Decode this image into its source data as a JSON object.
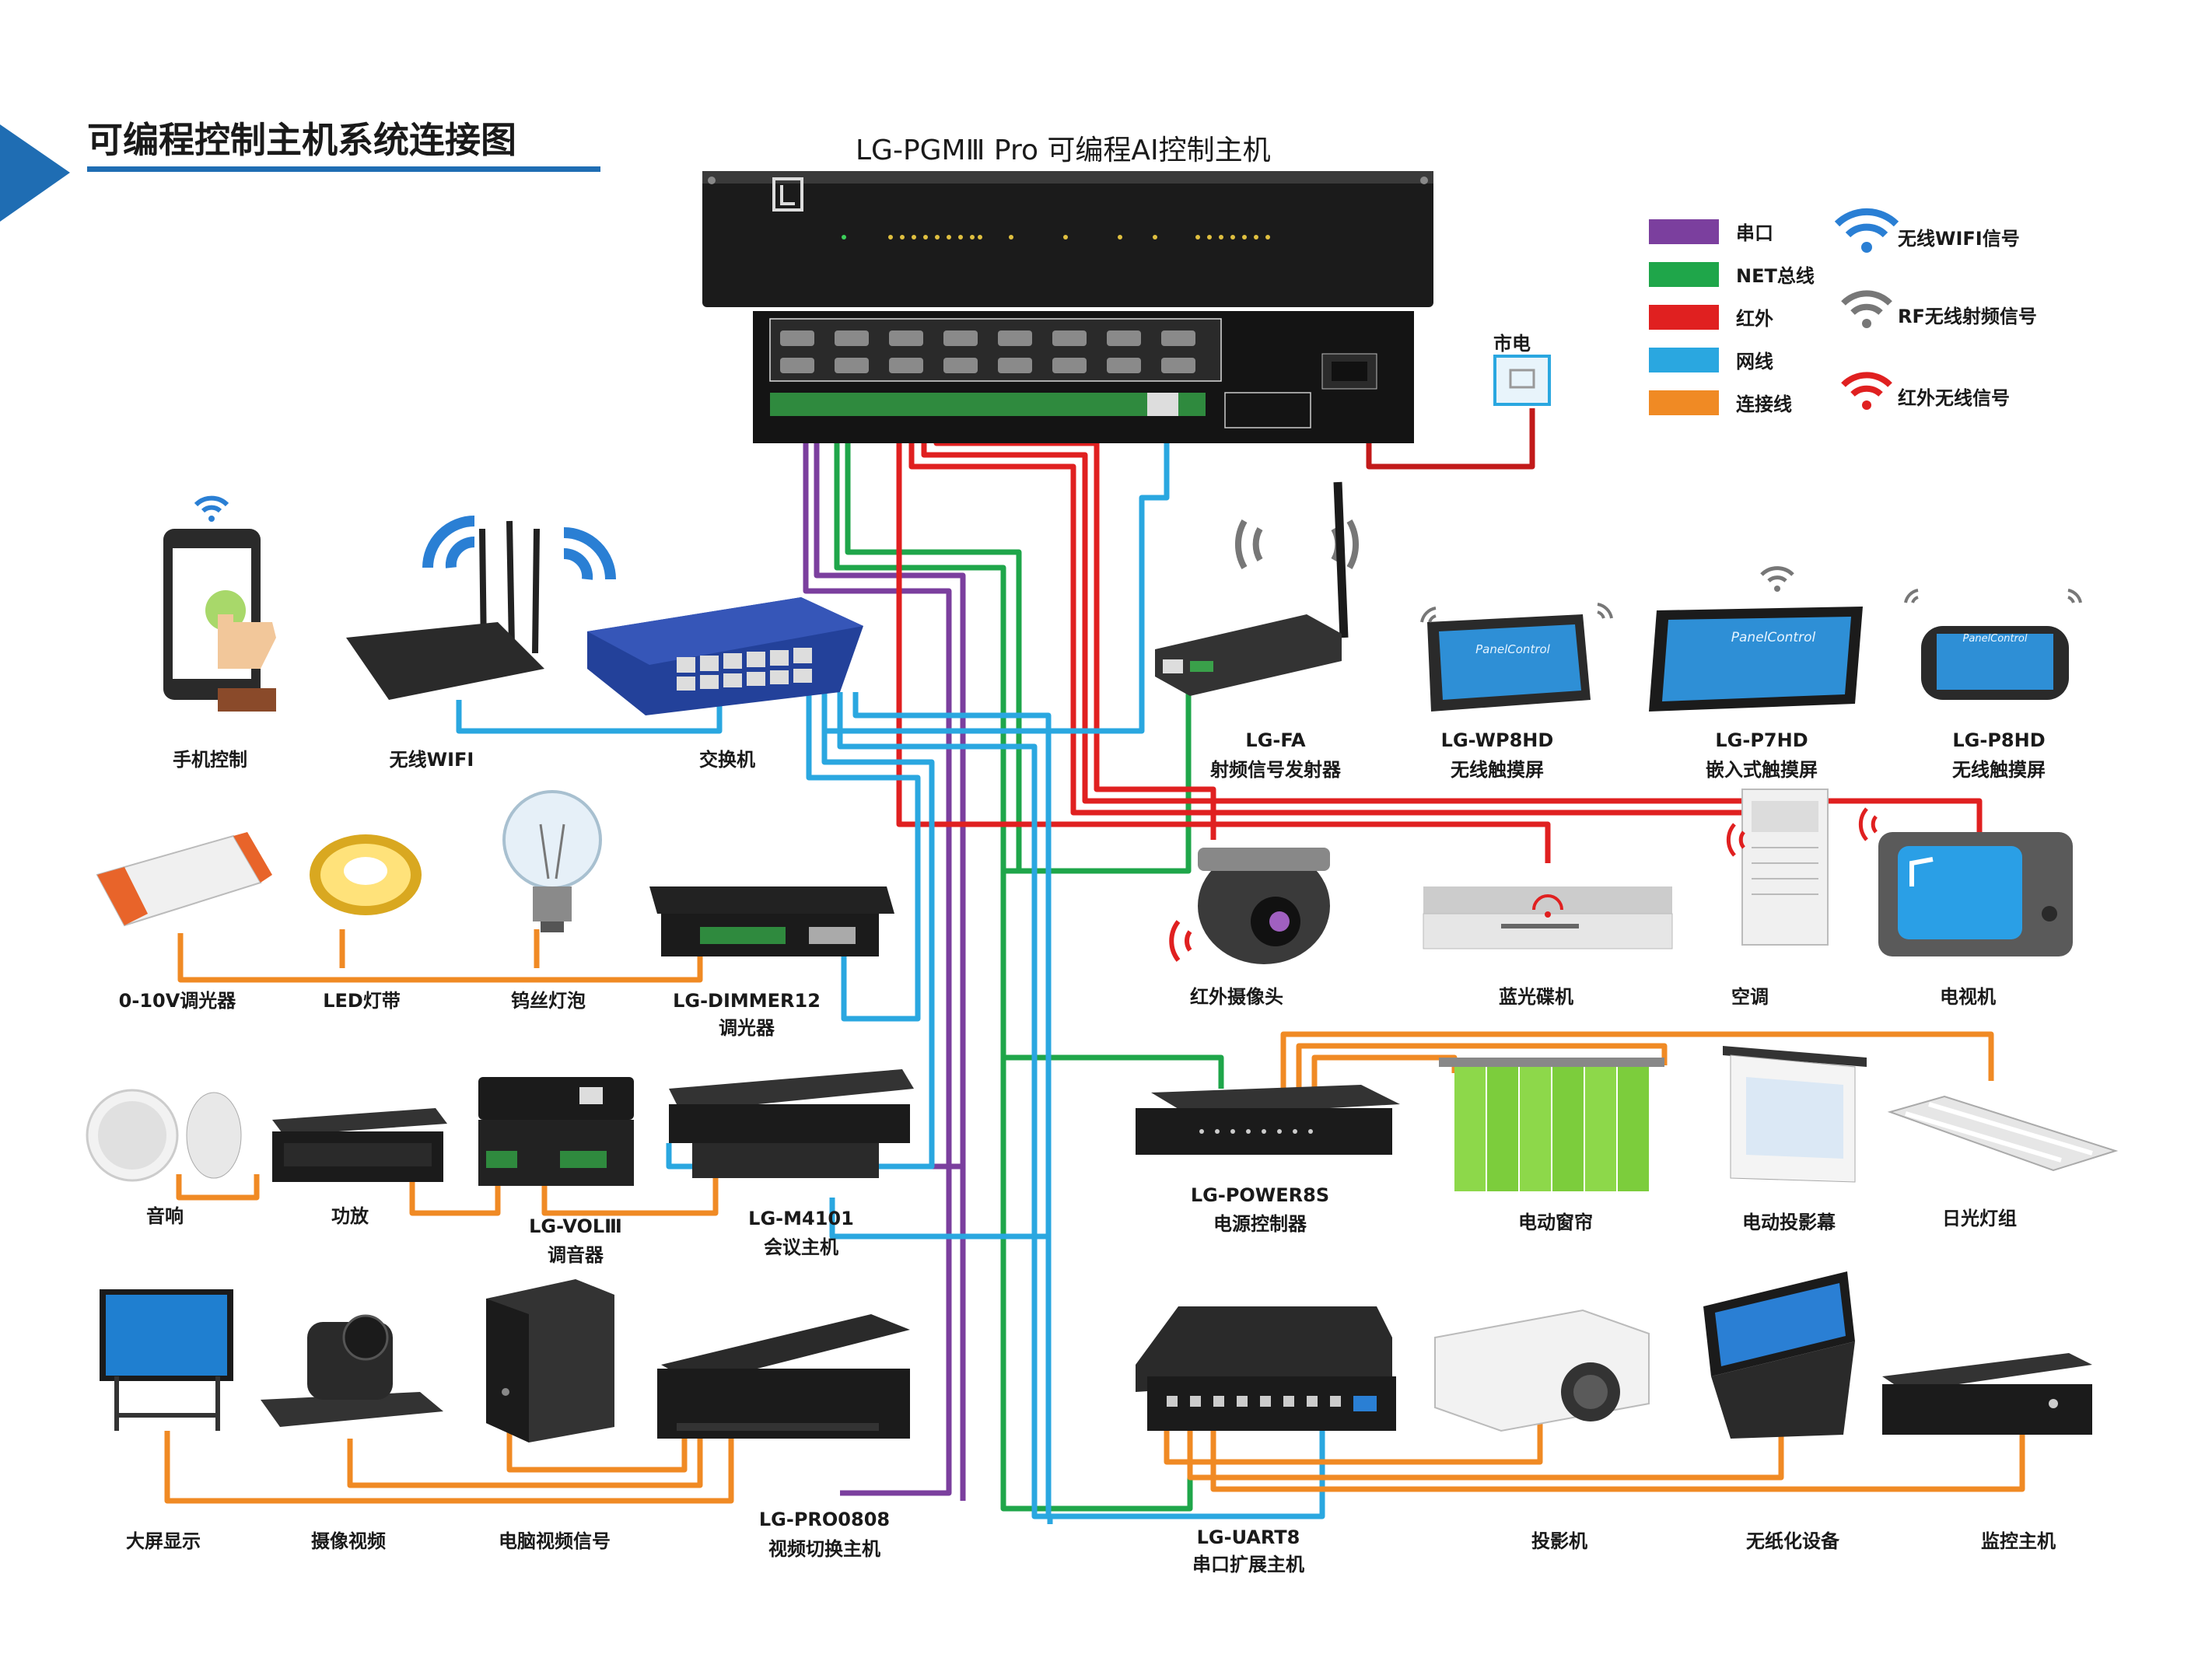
{
  "page": {
    "heading": "可编程控制主机系统连接图",
    "main_unit_title": "LG-PGMⅢ Pro   可编程AI控制主机",
    "mains_label": "市电"
  },
  "legend": {
    "lines": [
      {
        "label": "串口",
        "color": "#7b3f9e"
      },
      {
        "label": "NET总线",
        "color": "#1fa64a"
      },
      {
        "label": "红外",
        "color": "#e02020"
      },
      {
        "label": "网线",
        "color": "#2aa7e0"
      },
      {
        "label": "连接线",
        "color": "#f08a24"
      }
    ],
    "signals": [
      {
        "label": "无线WIFI信号",
        "icon": "wifi-icon",
        "color": "#2a7fd4"
      },
      {
        "label": "RF无线射频信号",
        "icon": "rf-icon",
        "color": "#777777"
      },
      {
        "label": "红外无线信号",
        "icon": "ir-icon",
        "color": "#e02020"
      }
    ]
  },
  "devices": {
    "phone": "手机控制",
    "wifi_router": "无线WIFI",
    "switch": "交换机",
    "rf_model": "LG-FA",
    "rf_name": "射频信号发射器",
    "wp8hd_model": "LG-WP8HD",
    "wp8hd_name": "无线触摸屏",
    "p7hd_model": "LG-P7HD",
    "p7hd_name": "嵌入式触摸屏",
    "p8hd_model": "LG-P8HD",
    "p8hd_name": "无线触摸屏",
    "dimmer_0_10v": "0-10V调光器",
    "led_strip": "LED灯带",
    "bulb": "钨丝灯泡",
    "dimmer12_model": "LG-DIMMER12",
    "dimmer12_name": "调光器",
    "ir_camera": "红外摄像头",
    "bluray": "蓝光碟机",
    "aircon": "空调",
    "tv": "电视机",
    "speaker": "音响",
    "amplifier": "功放",
    "vol_model": "LG-VOLⅢ",
    "vol_name": "调音器",
    "m4101_model": "LG-M4101",
    "m4101_name": "会议主机",
    "power8s_model": "LG-POWER8S",
    "power8s_name": "电源控制器",
    "curtain": "电动窗帘",
    "screen": "电动投影幕",
    "fluorescent": "日光灯组",
    "big_screen": "大屏显示",
    "camera_video": "摄像视频",
    "pc_video": "电脑视频信号",
    "pro0808_model": "LG-PRO0808",
    "pro0808_name": "视频切换主机",
    "uart8_model": "LG-UART8",
    "uart8_name": "串口扩展主机",
    "projector": "投影机",
    "paperless": "无纸化设备",
    "monitor_host": "监控主机"
  }
}
